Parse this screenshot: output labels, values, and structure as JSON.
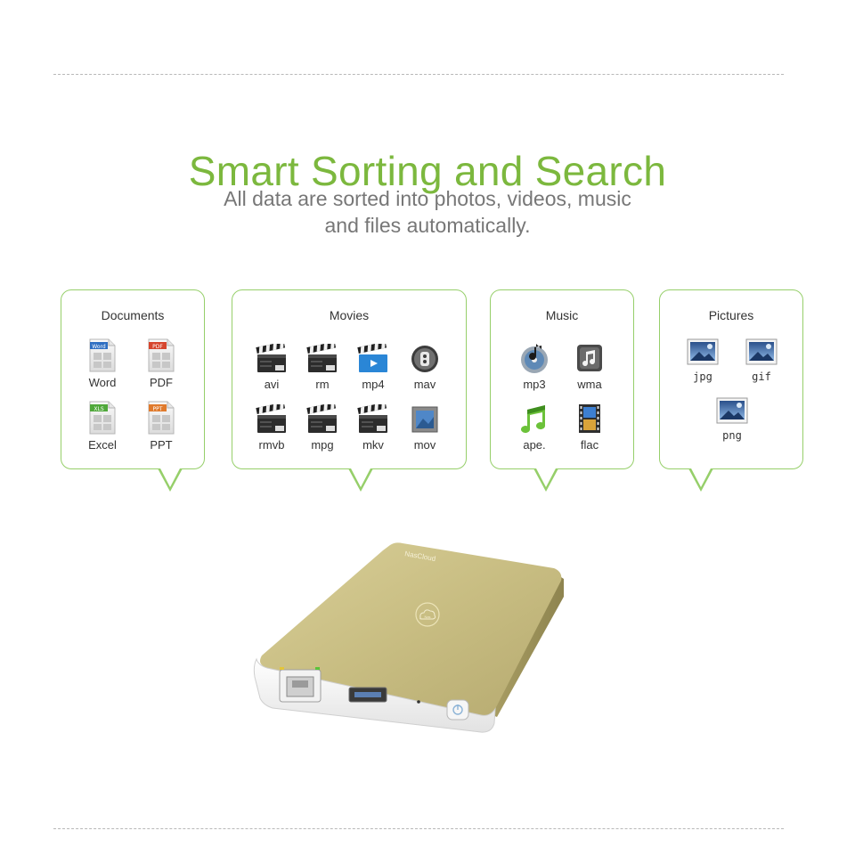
{
  "header": {
    "title": "Smart Sorting and Search",
    "subtitle_line1": "All data are sorted into photos, videos, music",
    "subtitle_line2": "and files automatically."
  },
  "colors": {
    "accent": "#7cb83e",
    "bubble_border": "#96cf6a",
    "subtitle": "#777777",
    "device_gold": "#c8bd82"
  },
  "categories": [
    {
      "title": "Documents",
      "items": [
        {
          "label": "Word",
          "icon": "word-doc-icon"
        },
        {
          "label": "PDF",
          "icon": "pdf-doc-icon"
        },
        {
          "label": "Excel",
          "icon": "excel-doc-icon"
        },
        {
          "label": "PPT",
          "icon": "ppt-doc-icon"
        }
      ]
    },
    {
      "title": "Movies",
      "items": [
        {
          "label": "avi",
          "icon": "clapperboard-icon"
        },
        {
          "label": "rm",
          "icon": "clapperboard-icon"
        },
        {
          "label": "mp4",
          "icon": "blue-clapperboard-icon"
        },
        {
          "label": "mav",
          "icon": "film-reel-icon"
        },
        {
          "label": "rmvb",
          "icon": "clapperboard-icon"
        },
        {
          "label": "mpg",
          "icon": "clapperboard-icon"
        },
        {
          "label": "mkv",
          "icon": "clapperboard-icon"
        },
        {
          "label": "mov",
          "icon": "film-frame-icon"
        }
      ]
    },
    {
      "title": "Music",
      "items": [
        {
          "label": "mp3",
          "icon": "music-disc-icon"
        },
        {
          "label": "wma",
          "icon": "music-player-icon"
        },
        {
          "label": "ape.",
          "icon": "green-music-note-icon"
        },
        {
          "label": "flac",
          "icon": "film-strip-icon"
        }
      ]
    },
    {
      "title": "Pictures",
      "items": [
        {
          "label": "jpg",
          "icon": "picture-frame-icon"
        },
        {
          "label": "gif",
          "icon": "picture-frame-icon"
        },
        {
          "label": "png",
          "icon": "picture-frame-icon"
        }
      ]
    }
  ],
  "device": {
    "brand": "NasCloud",
    "badge": "Nas"
  }
}
